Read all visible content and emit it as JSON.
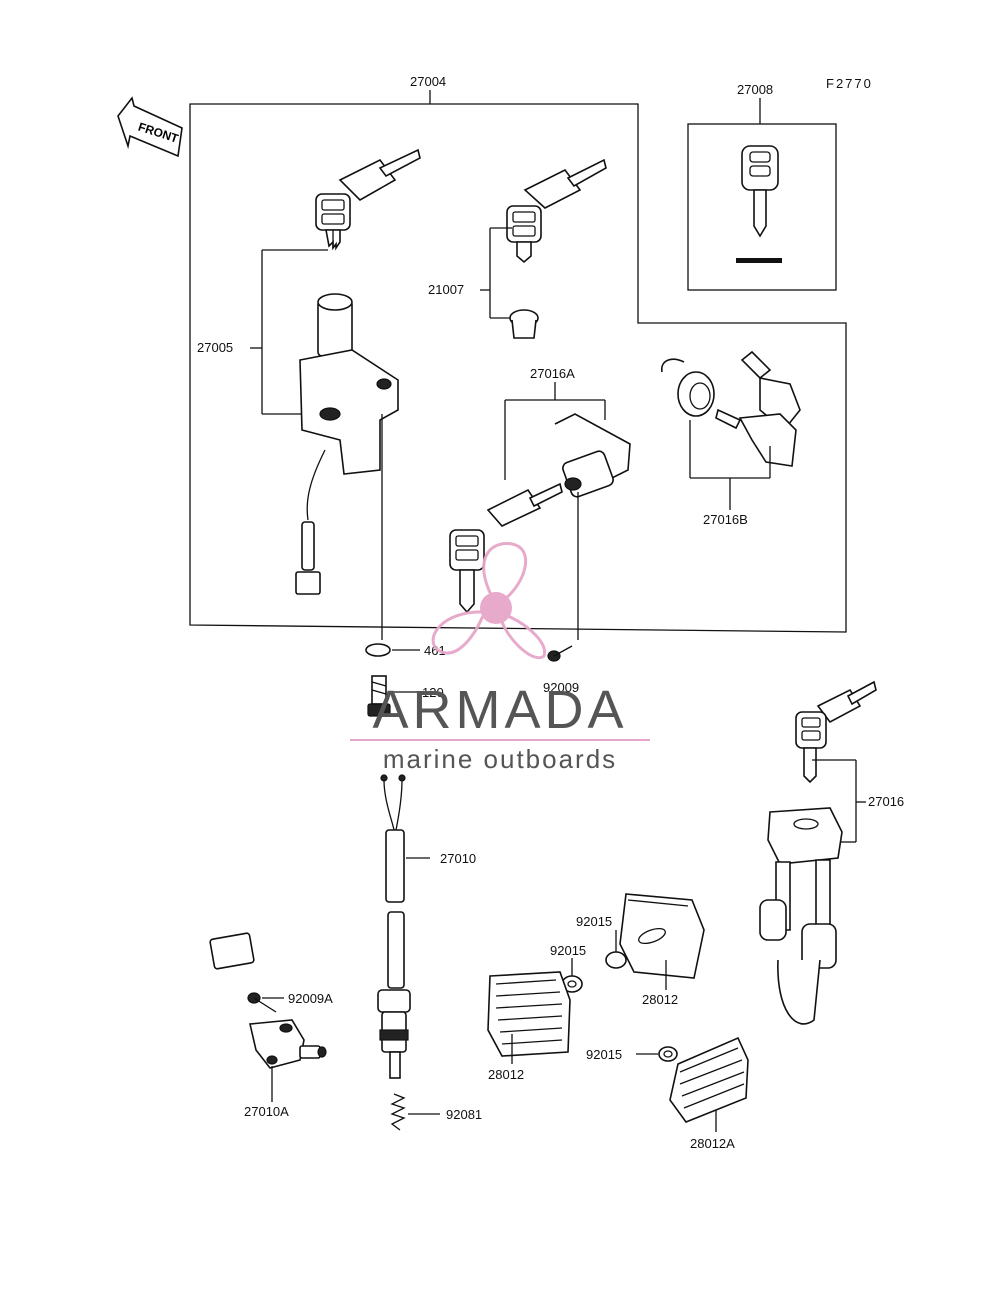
{
  "figure_code": "F2770",
  "front_label": "FRONT",
  "part_numbers": {
    "p27004": "27004",
    "p27008": "27008",
    "p27005": "27005",
    "p21007": "21007",
    "p27016A": "27016A",
    "p27016B": "27016B",
    "p461": "461",
    "p120": "120",
    "p92009": "92009",
    "p27016": "27016",
    "p27010": "27010",
    "p92009A": "92009A",
    "p27010A": "27010A",
    "p92081": "92081",
    "p92015a": "92015",
    "p92015b": "92015",
    "p92015c": "92015",
    "p28012a": "28012",
    "p28012b": "28012",
    "p28012A": "28012A"
  },
  "watermark": {
    "brand": "ARMADA",
    "tagline": "marine outboards",
    "color": "#e6a6c9"
  }
}
